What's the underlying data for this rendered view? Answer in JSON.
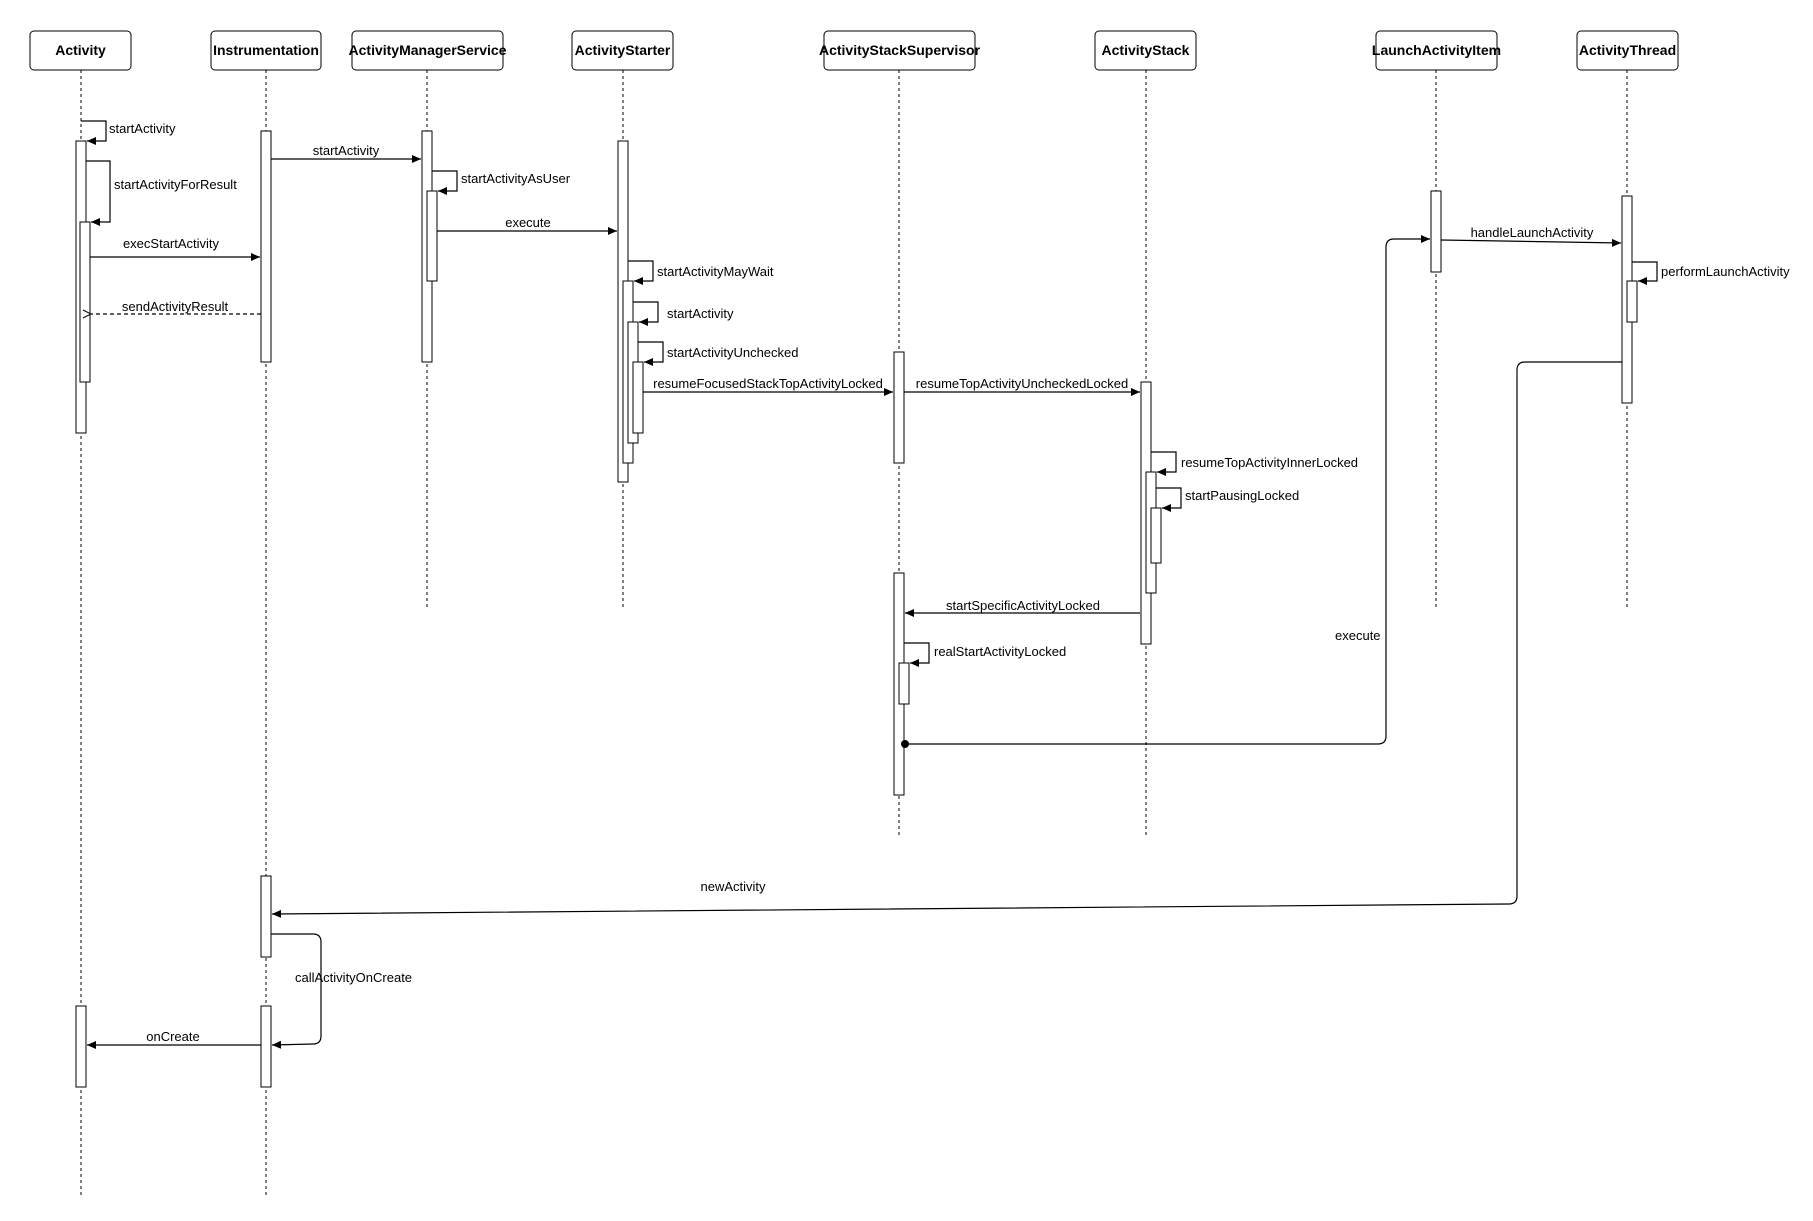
{
  "participants": [
    {
      "id": "activity",
      "label": "Activity"
    },
    {
      "id": "instrumentation",
      "label": "Instrumentation"
    },
    {
      "id": "ams",
      "label": "ActivityManagerService"
    },
    {
      "id": "starter",
      "label": "ActivityStarter"
    },
    {
      "id": "supervisor",
      "label": "ActivityStackSupervisor"
    },
    {
      "id": "stack",
      "label": "ActivityStack"
    },
    {
      "id": "launchitem",
      "label": "LaunchActivityItem"
    },
    {
      "id": "thread",
      "label": "ActivityThread"
    }
  ],
  "messages": {
    "m1": "startActivity",
    "m2": "startActivityForResult",
    "m3": "startActivity",
    "m4": "startActivityAsUser",
    "m5": "execute",
    "m6": "execStartActivity",
    "m7": "startActivityMayWait",
    "m8": "sendActivityResult",
    "m9": "startActivity",
    "m10": "startActivityUnchecked",
    "m11": "resumeFocusedStackTopActivityLocked",
    "m12": "resumeTopActivityUncheckedLocked",
    "m13": "resumeTopActivityInnerLocked",
    "m14": "startPausingLocked",
    "m15": "startSpecificActivityLocked",
    "m16": "realStartActivityLocked",
    "m17": "execute",
    "m18": "handleLaunchActivity",
    "m19": "performLaunchActivity",
    "m20": "newActivity",
    "m21": "callActivityOnCreate",
    "m22": "onCreate"
  },
  "colors": {
    "stroke": "#000000",
    "background": "#ffffff"
  }
}
